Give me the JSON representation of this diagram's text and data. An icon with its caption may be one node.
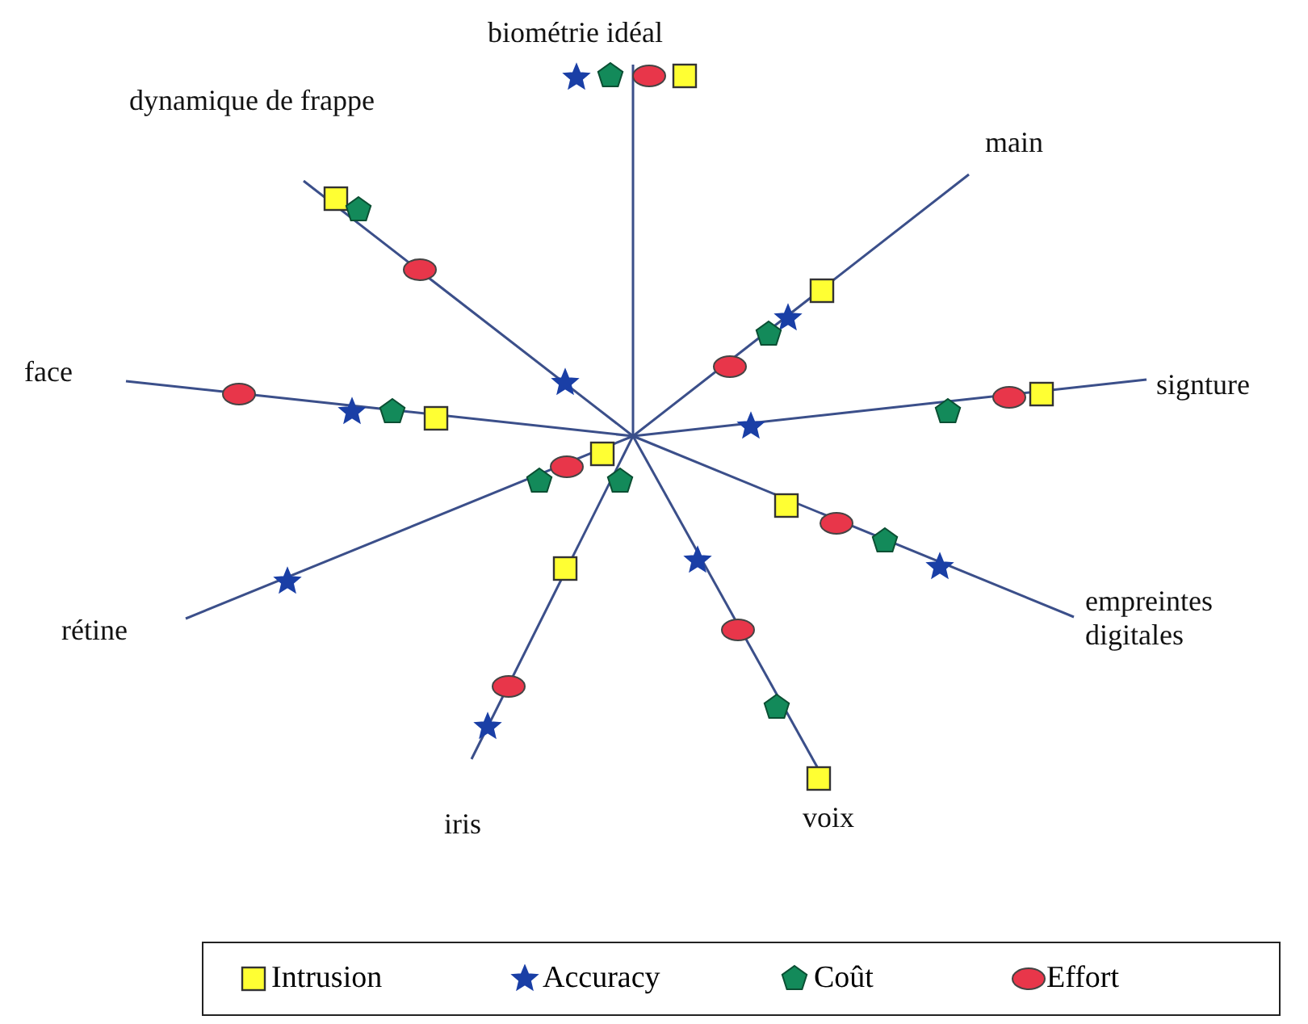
{
  "diagram": {
    "labels": [
      "biométrie idéal",
      "dynamique de frappe",
      "main",
      "face",
      "signture",
      "rétine",
      "empreintes digitales",
      "iris",
      "voix"
    ],
    "legend": [
      {
        "text": "Intrusion"
      },
      {
        "text": "Accuracy"
      },
      {
        "text": "Coût"
      },
      {
        "text": "Effort"
      }
    ]
  }
}
